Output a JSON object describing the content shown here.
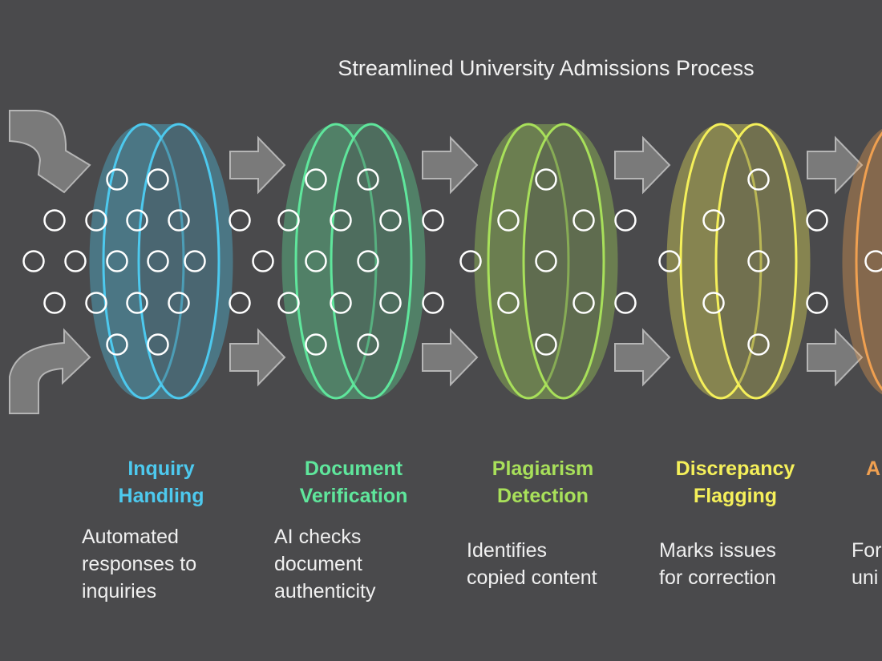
{
  "title": "Streamlined University Admissions Process",
  "stages": [
    {
      "title_line1": "Inquiry",
      "title_line2": "Handling",
      "desc_line1": "Automated",
      "desc_line2": "responses to",
      "desc_line3": "inquiries",
      "color": "#4dc9ee"
    },
    {
      "title_line1": "Document",
      "title_line2": "Verification",
      "desc_line1": "AI checks",
      "desc_line2": "document",
      "desc_line3": "authenticity",
      "color": "#5fe69c"
    },
    {
      "title_line1": "Plagiarism",
      "title_line2": "Detection",
      "desc_line1": "Identifies",
      "desc_line2": "copied content",
      "desc_line3": "",
      "color": "#a8e05a"
    },
    {
      "title_line1": "Discrepancy",
      "title_line2": "Flagging",
      "desc_line1": "Marks issues",
      "desc_line2": "for correction",
      "desc_line3": "",
      "color": "#f5f05a"
    },
    {
      "title_line1": "A",
      "title_line2": "",
      "desc_line1": "For",
      "desc_line2": "uni",
      "desc_line3": "",
      "color": "#f0a050"
    }
  ]
}
